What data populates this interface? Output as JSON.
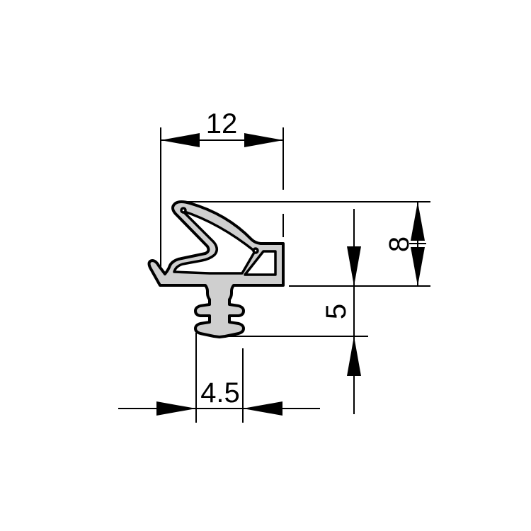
{
  "drawing": {
    "type": "seal-profile-cross-section",
    "profile_fill": "#cfcfcf",
    "line_color": "#000000",
    "background": "#ffffff"
  },
  "dimensions": {
    "top_width": {
      "label": "12",
      "orientation": "horizontal"
    },
    "overall_height": {
      "label": "8",
      "orientation": "vertical"
    },
    "foot_height": {
      "label": "5",
      "orientation": "vertical"
    },
    "foot_width": {
      "label": "4.5",
      "orientation": "horizontal"
    }
  }
}
